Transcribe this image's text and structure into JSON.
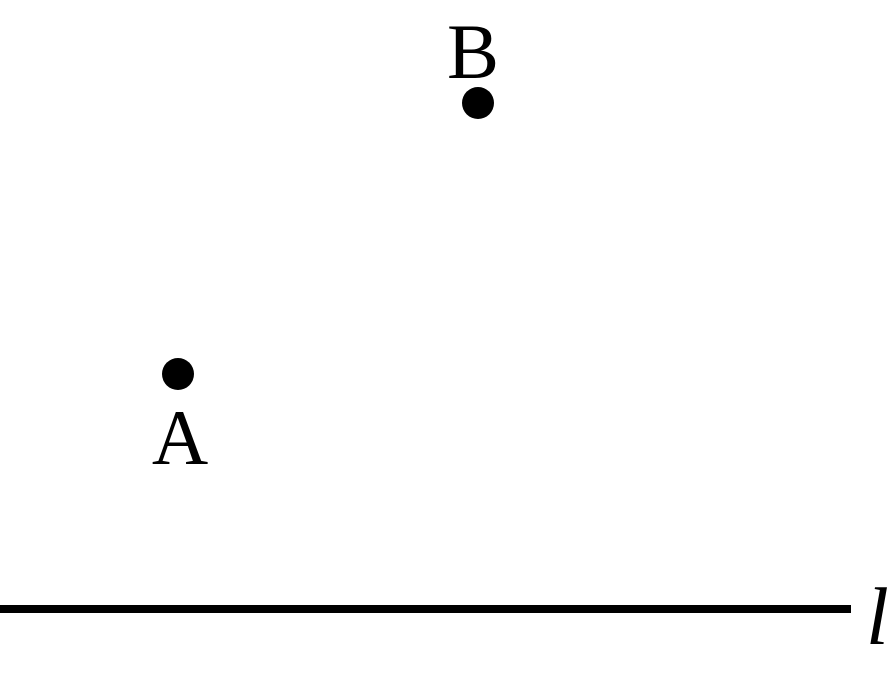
{
  "diagram": {
    "points": [
      {
        "id": "B",
        "label": "B"
      },
      {
        "id": "A",
        "label": "A"
      }
    ],
    "line": {
      "label": "l"
    }
  }
}
